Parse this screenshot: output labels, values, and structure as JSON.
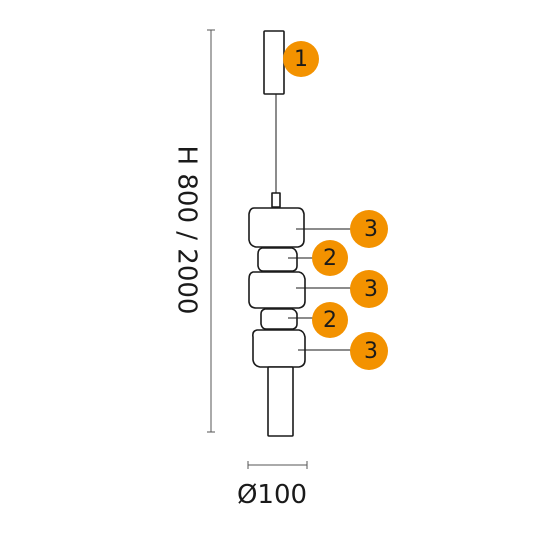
{
  "dimensions": {
    "height_label": "H 800 / 2000",
    "diameter_label": "Ø100"
  },
  "parts": [
    {
      "number": "1",
      "name": "canopy"
    },
    {
      "number": "3",
      "name": "glass-large-1"
    },
    {
      "number": "2",
      "name": "glass-small-1"
    },
    {
      "number": "3",
      "name": "glass-large-2"
    },
    {
      "number": "2",
      "name": "glass-small-2"
    },
    {
      "number": "3",
      "name": "glass-large-3"
    }
  ],
  "colors": {
    "badge": "#F39200",
    "line": "#1a1a1a",
    "dimension": "#555555"
  }
}
